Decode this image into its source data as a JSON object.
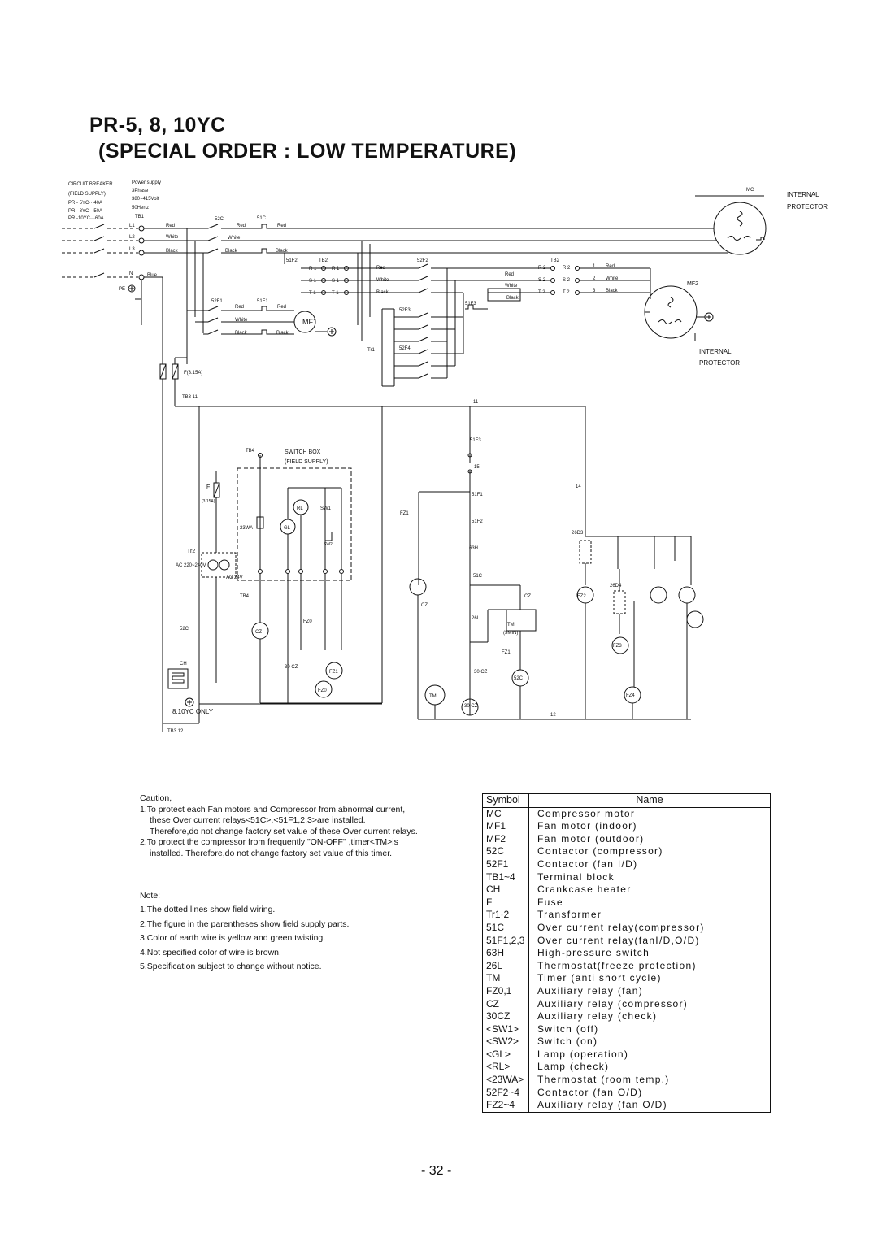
{
  "header": {
    "title_line1": "PR-5, 8, 10YC",
    "title_line2": "(SPECIAL ORDER : LOW TEMPERATURE)"
  },
  "diagram": {
    "labels": {
      "circuit_breaker": "CIRCUIT BREAKER",
      "field_supply_paren": "(FIELD SUPPLY)",
      "pr5": "PR -  5YC···40A",
      "pr8": "PR -  8YC···50A",
      "pr10": "PR -10YC···60A",
      "power_supply": "Power supply",
      "three_phase": "3Phase",
      "volt": "380~415Volt",
      "hertz": "50Hertz",
      "tb1": "TB1",
      "l1": "L1",
      "l2": "L2",
      "l3": "L3",
      "n": "N",
      "pe": "PE",
      "red": "Red",
      "white": "White",
      "black": "Black",
      "blue": "Blue",
      "c52": "52C",
      "c51": "51C",
      "f51_1": "51F1",
      "f51_2": "51F2",
      "f51_3": "51F3",
      "f52_1": "52F1",
      "f52_2": "52F2",
      "f52_3": "52F3",
      "f52_4": "52F4",
      "tb2": "TB2",
      "r1": "R 1",
      "s1": "S 1",
      "t1": "T 1",
      "r2": "R 2",
      "s2": "S 2",
      "t2": "T 2",
      "one": "1",
      "two": "2",
      "three": "3",
      "mc": "MC",
      "internal": "INTERNAL",
      "protector": "PROTECTOR",
      "mf1": "MF1",
      "mf2": "MF2",
      "tr1": "Tr1",
      "fuse_315": "F(3.15A)",
      "tb3_11": "TB3 11",
      "tb3_12": "TB3 12",
      "n11": "11",
      "n12": "12",
      "n14": "14",
      "n15": "15",
      "tb4": "TB4",
      "switch_box": "SWITCH BOX",
      "field_supply": "(FIELD SUPPLY)",
      "f": "F",
      "f_rating": "(3.15A)",
      "rl": "RL",
      "sw1": "SW1",
      "sw2": "SW2",
      "gl": "GL",
      "wa23": "23WA",
      "tr2": "Tr2",
      "ac_in": "AC 220~240V",
      "ac_out": "AC 24V",
      "fz0": "FZ0",
      "fz1": "FZ1",
      "fz2": "FZ2",
      "fz3": "FZ3",
      "fz4": "FZ4",
      "cz": "CZ",
      "cz30": "30 CZ",
      "ch": "CH",
      "only": "8,10YC ONLY",
      "h63": "63H",
      "l26": "26L",
      "tm": "TM",
      "tm_3min": "(3MIN)",
      "d26_3": "26D3",
      "d26_4": "26D4"
    }
  },
  "caution": {
    "heading": "Caution,",
    "item1_a": "1.To protect each Fan motors and Compressor from abnormal current,",
    "item1_b": "these Over current relays<51C>,<51F1,2,3>are installed.",
    "item1_c": "Therefore,do not change factory set value of these Over current relays.",
    "item2_a": "2.To protect the compressor from frequently \"ON-OFF\" ,timer<TM>is",
    "item2_b": "installed. Therefore,do not change factory set value of this timer."
  },
  "note": {
    "heading": "Note:",
    "items": [
      "1.The dotted lines show field wiring.",
      "2.The figure in the parentheses show field supply parts.",
      "3.Color of earth wire is yellow and green twisting.",
      "4.Not specified color of wire is brown.",
      "5.Specification subject to change without notice."
    ]
  },
  "legend": {
    "col_symbol": "Symbol",
    "col_name": "Name",
    "rows": [
      {
        "symbol": "MC",
        "name": "Compressor motor"
      },
      {
        "symbol": "MF1",
        "name": "Fan motor (indoor)"
      },
      {
        "symbol": "MF2",
        "name": "Fan motor (outdoor)"
      },
      {
        "symbol": "52C",
        "name": "Contactor (compressor)"
      },
      {
        "symbol": "52F1",
        "name": "Contactor (fan I/D)"
      },
      {
        "symbol": "TB1~4",
        "name": "Terminal block"
      },
      {
        "symbol": "CH",
        "name": "Crankcase heater"
      },
      {
        "symbol": "F",
        "name": "Fuse"
      },
      {
        "symbol": "Tr1·2",
        "name": "Transformer"
      },
      {
        "symbol": "51C",
        "name": "Over current relay(compressor)"
      },
      {
        "symbol": "51F1,2,3",
        "name": "Over current relay(fanI/D,O/D)"
      },
      {
        "symbol": "63H",
        "name": "High-pressure switch"
      },
      {
        "symbol": "26L",
        "name": "Thermostat(freeze protection)"
      },
      {
        "symbol": "TM",
        "name": "Timer (anti short cycle)"
      },
      {
        "symbol": "FZ0,1",
        "name": "Auxiliary relay (fan)"
      },
      {
        "symbol": "CZ",
        "name": "Auxiliary relay (compressor)"
      },
      {
        "symbol": "30CZ",
        "name": "Auxiliary relay (check)"
      },
      {
        "symbol": "<SW1>",
        "name": "Switch (off)"
      },
      {
        "symbol": "<SW2>",
        "name": "Switch (on)"
      },
      {
        "symbol": "<GL>",
        "name": "Lamp (operation)"
      },
      {
        "symbol": "<RL>",
        "name": "Lamp (check)"
      },
      {
        "symbol": "<23WA>",
        "name": "Thermostat (room temp.)"
      },
      {
        "symbol": "52F2~4",
        "name": "Contactor (fan O/D)"
      },
      {
        "symbol": "FZ2~4",
        "name": "Auxiliary relay (fan O/D)"
      }
    ]
  },
  "footer": {
    "page_number": "- 32 -"
  }
}
